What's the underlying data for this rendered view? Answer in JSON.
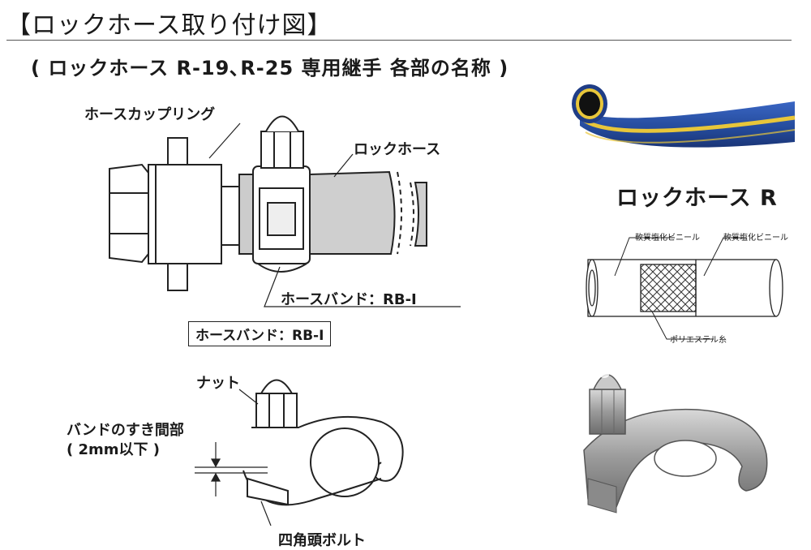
{
  "title": "【ロックホース取り付け図】",
  "subtitle": "( ロックホース R-19､R-25 専用継手 各部の名称 )",
  "top_diagram": {
    "label_coupling": "ホースカップリング",
    "label_hose": "ロックホース",
    "label_band": "ホースバンド：RB-Ⅰ",
    "box_label": "ホースバンド：RB-Ⅰ"
  },
  "bottom_diagram": {
    "label_nut": "ナット",
    "label_gap_line1": "バンドのすき間部",
    "label_gap_line2": "( 2mm以下 )",
    "label_bolt": "四角頭ボルト"
  },
  "product": {
    "name": "ロックホース R",
    "layer_outer_1": "軟質塩化ビニール",
    "layer_outer_2": "軟質塩化ビニール",
    "layer_inner": "ポリエステル糸",
    "hose_color": "#2a4fa0",
    "stripe_color": "#e8c63a"
  }
}
